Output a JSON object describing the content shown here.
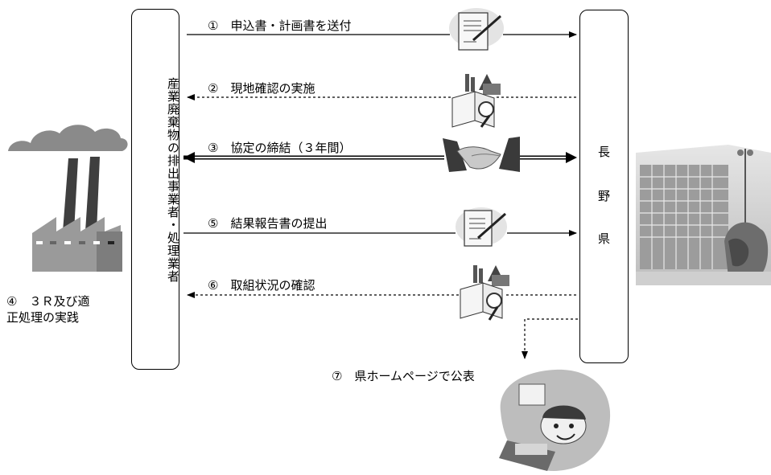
{
  "left_entity": {
    "label": "産業廃棄物の排出事業者・処理業者"
  },
  "right_entity": {
    "chars": [
      "長",
      "野",
      "県"
    ]
  },
  "steps": {
    "s1": "①　申込書・計画書を送付",
    "s2": "②　現地確認の実施",
    "s3": "③　協定の締結（３年間）",
    "s5": "⑤　結果報告書の提出",
    "s6": "⑥　取組状況の確認",
    "s7": "⑦　県ホームページで公表"
  },
  "practice": {
    "line1": "④　３Ｒ及び適",
    "line2": "正処理の実践"
  },
  "icons": {
    "factory": "factory-icon",
    "building": "government-building-icon",
    "document": "document-pen-icon",
    "inspection": "inspection-magnifier-icon",
    "handshake": "handshake-icon",
    "website": "person-computer-icon"
  }
}
